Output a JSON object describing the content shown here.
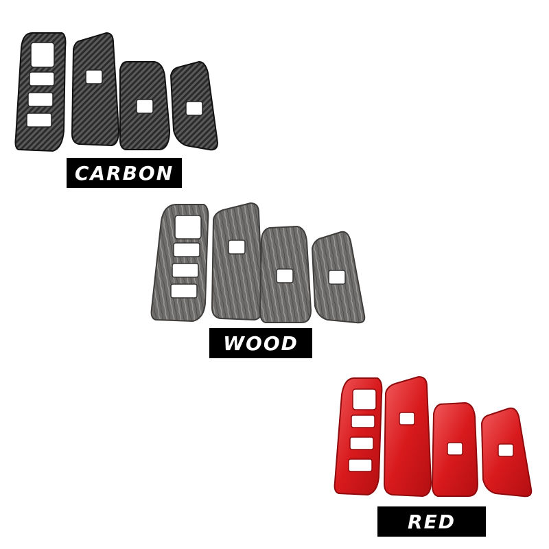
{
  "variants": [
    {
      "key": "carbon",
      "label": "CARBON",
      "fill": "#3a3a3a",
      "highlight": "#6a6a6a",
      "edge": "#1a1a1a"
    },
    {
      "key": "wood",
      "label": "WOOD",
      "fill": "#767472",
      "highlight": "#a4a29f",
      "edge": "#3f3d3b"
    },
    {
      "key": "red",
      "label": "RED",
      "fill": "#d81a1d",
      "highlight": "#f25a5c",
      "edge": "#8f0a0c"
    }
  ]
}
